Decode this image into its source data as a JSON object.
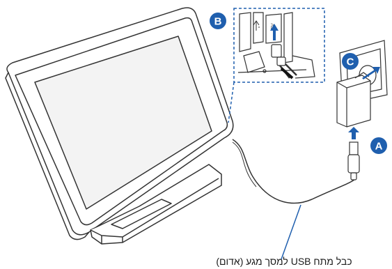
{
  "labels": {
    "a": "A",
    "b": "B",
    "c": "C"
  },
  "caption": "כבל מתח USB למסך מגע (אדום)",
  "port_marking": "5V",
  "colors": {
    "badge": "#1f5fae",
    "arrow": "#1f5fae",
    "outline": "#333333",
    "screen_fill": "#f3f3f3"
  },
  "icons": {
    "usb_symbol": "usb-icon",
    "insert_arrows": "up-arrow-icon"
  }
}
